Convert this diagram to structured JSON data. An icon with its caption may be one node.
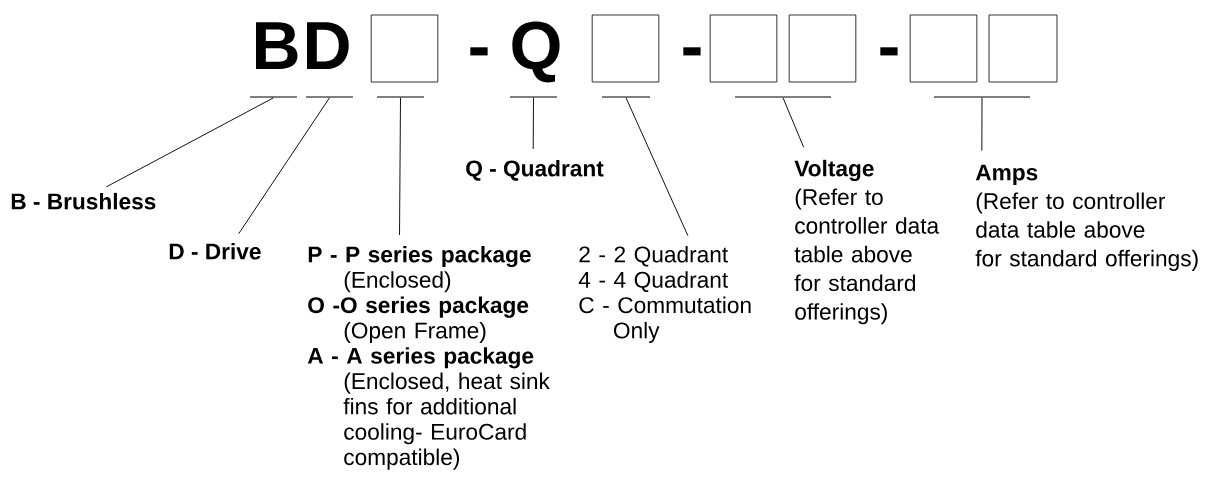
{
  "diagram": {
    "nodes": [
      {
        "text": [
          "B"
        ]
      },
      {
        "text": [
          "D"
        ]
      },
      {
        "text": [],
        "shape": "box"
      },
      {
        "text": [
          "Q"
        ]
      },
      {
        "text": [],
        "shape": "box"
      },
      {
        "text": [],
        "shape": "box"
      },
      {
        "text": [],
        "shape": "box"
      },
      {
        "text": [],
        "shape": "box"
      },
      {
        "text": [],
        "shape": "box"
      },
      {
        "text": [],
        "shape": "bar"
      },
      {
        "text": [],
        "shape": "bar"
      },
      {
        "text": [],
        "shape": "bar"
      },
      {
        "text": [],
        "shape": "bar"
      },
      {
        "text": [],
        "shape": "bar"
      },
      {
        "text": [],
        "shape": "bar"
      },
      {
        "text": [],
        "shape": "bar"
      },
      {
        "text": [
          "B - Brushless"
        ]
      },
      {
        "text": [
          "D - Drive"
        ]
      },
      {
        "text": [
          "P - P series package",
          "(Enclosed)",
          "O -O series package",
          "(Open Frame)",
          "A - A series package",
          "(Enclosed, heat sink fins for additional cooling- EuroCard compatible)"
        ]
      },
      {
        "text": [
          "Q - Quadrant"
        ]
      },
      {
        "text": [
          "2 - 2 Quadrant",
          "4 - 4 Quadrant",
          "C - Commutation Only"
        ]
      },
      {
        "text": [
          "Voltage",
          "(Refer to controller data table above for standard offerings)"
        ]
      },
      {
        "text": [
          "Amps",
          "(Refer to controller data table above for standard offerings)"
        ]
      }
    ],
    "edges": [
      {
        "from": 9,
        "to": 16,
        "arrow": "none"
      },
      {
        "from": 10,
        "to": 17,
        "arrow": "none"
      },
      {
        "from": 11,
        "to": 18,
        "arrow": "none"
      },
      {
        "from": 12,
        "to": 19,
        "arrow": "none"
      },
      {
        "from": 13,
        "to": 20,
        "arrow": "none"
      },
      {
        "from": 14,
        "to": 21,
        "arrow": "none"
      },
      {
        "from": 15,
        "to": 22,
        "arrow": "none"
      }
    ],
    "labels": [
      "-",
      "-",
      "-"
    ]
  }
}
